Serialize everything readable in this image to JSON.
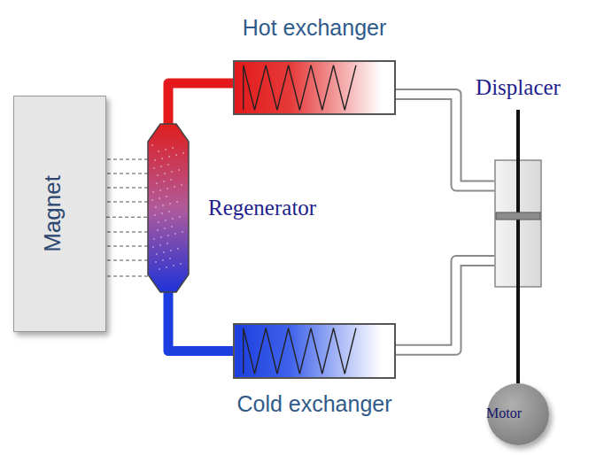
{
  "diagram": {
    "nodes": [
      {
        "text": [
          "Hot exchanger"
        ]
      },
      {
        "text": [
          "Displacer"
        ]
      },
      {
        "text": [
          "Magnet"
        ]
      },
      {
        "text": [
          "Regenerator"
        ]
      },
      {
        "text": [
          "Cold exchanger"
        ]
      },
      {
        "text": [
          "Motor"
        ]
      }
    ],
    "edges": [
      {
        "from": 3,
        "to": 0,
        "arrow": "none"
      },
      {
        "from": 0,
        "to": 1,
        "arrow": "none"
      },
      {
        "from": 3,
        "to": 4,
        "arrow": "none"
      },
      {
        "from": 4,
        "to": 1,
        "arrow": "none"
      },
      {
        "from": 2,
        "to": 3,
        "arrow": "none"
      },
      {
        "from": 1,
        "to": 5,
        "arrow": "none"
      }
    ]
  }
}
